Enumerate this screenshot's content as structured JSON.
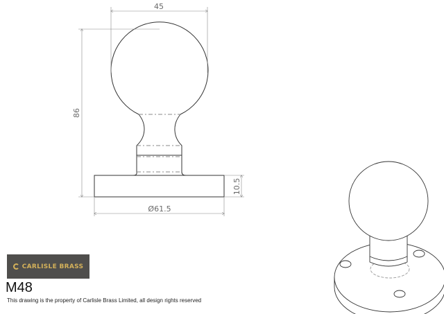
{
  "dimensions": {
    "ball_width": "45",
    "overall_height": "86",
    "rose_thickness": "10.5",
    "rose_diameter": "Ø61.5"
  },
  "logo": {
    "text": "CARLISLE BRASS",
    "bg_color": "#4f4e4c",
    "text_color": "#d4b15a"
  },
  "model": "M48",
  "copyright": "This drawing is the property of Carlisle Brass Limited, all design rights reserved"
}
